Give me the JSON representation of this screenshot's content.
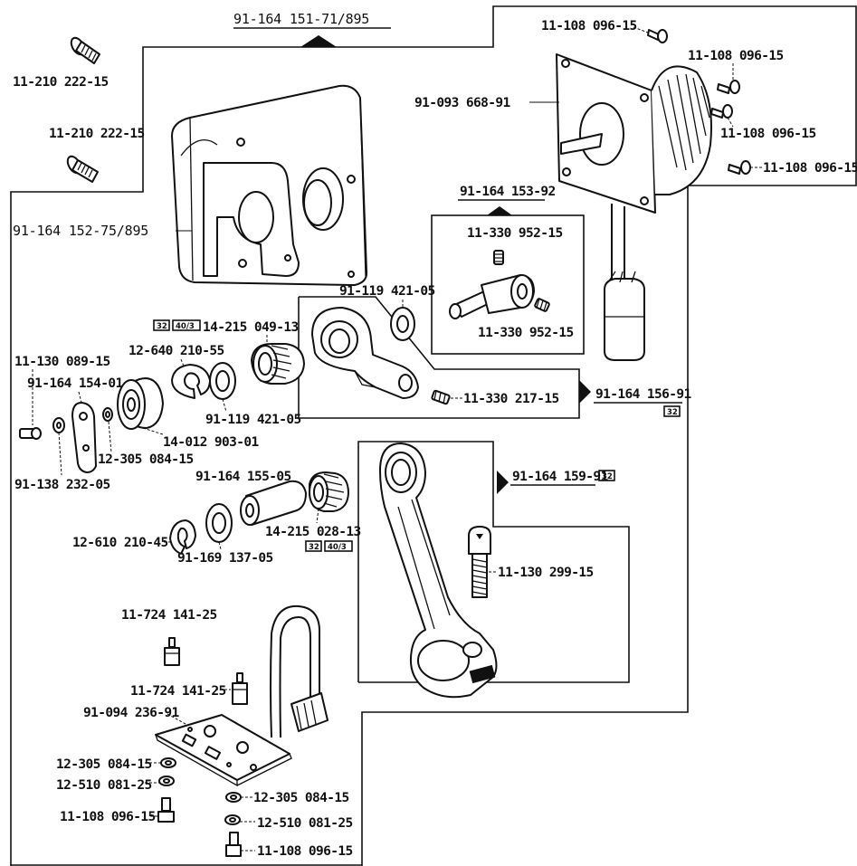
{
  "labels": {
    "top_center": "91-164 151-71/895",
    "screw_tl_1": "11-210 222-15",
    "screw_tl_2": "11-210 222-15",
    "bracket": "91-164 152-75/895",
    "motor_screw_1": "11-108 096-15",
    "motor_screw_2": "11-108 096-15",
    "motor_screw_3": "11-108 096-15",
    "motor_screw_4": "11-108 096-15",
    "motor": "91-093 668-91",
    "coupling_group": "91-164 153-92",
    "coupling_screw_1": "11-330 952-15",
    "coupling_screw_2": "11-330 952-15",
    "crank": "91-119 421-05",
    "crank_setscrew": "11-330 217-15",
    "crank_group": "91-164 156-91",
    "needle_bearing": "14-215 049-13",
    "retaining_ring": "12-640 210-55",
    "washer_a": "91-119 421-05",
    "screw_left": "11-130 089-15",
    "plate": "91-164 154-01",
    "ball_bearing": "14-012 903-01",
    "washer_b": "12-305 084-15",
    "spacer": "91-138 232-05",
    "pin": "91-164 155-05",
    "conrod_group": "91-164 159-91",
    "needle_bearing_2": "14-215 028-13",
    "circlip": "12-610 210-45",
    "washer_c": "91-169 137-05",
    "conrod_screw": "11-130 299-15",
    "standoff_1": "11-724 141-25",
    "standoff_2": "11-724 141-25",
    "pcb": "91-094 236-91",
    "pcb_washer_l1": "12-305 084-15",
    "pcb_washer_l2": "12-510 081-25",
    "pcb_screw_l": "11-108 096-15",
    "pcb_washer_r1": "12-305 084-15",
    "pcb_washer_r2": "12-510 081-25",
    "pcb_screw_r": "11-108 096-15"
  },
  "badges": {
    "b32": "32",
    "b403": "40/3"
  }
}
